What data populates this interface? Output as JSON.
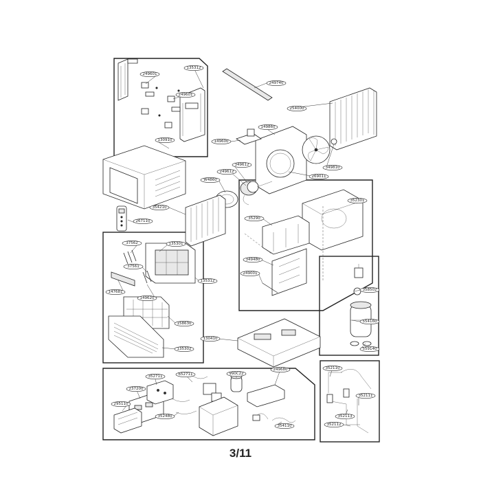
{
  "page": {
    "number": "3/11"
  },
  "labels": [
    {
      "id": "a",
      "text": "249601"
    },
    {
      "id": "b",
      "text": "135312"
    },
    {
      "id": "c",
      "text": "249601"
    },
    {
      "id": "d",
      "text": "249740"
    },
    {
      "id": "e",
      "text": "254000"
    },
    {
      "id": "f",
      "text": "130910"
    },
    {
      "id": "g",
      "text": "149600"
    },
    {
      "id": "h",
      "text": "149860"
    },
    {
      "id": "i",
      "text": "349612"
    },
    {
      "id": "j",
      "text": "249612"
    },
    {
      "id": "k",
      "text": "W4860"
    },
    {
      "id": "l",
      "text": "349810"
    },
    {
      "id": "m",
      "text": "269011"
    },
    {
      "id": "n",
      "text": "354210"
    },
    {
      "id": "o",
      "text": "267110"
    },
    {
      "id": "p",
      "text": "352301"
    },
    {
      "id": "q",
      "text": "35290"
    },
    {
      "id": "r",
      "text": "37562"
    },
    {
      "id": "s",
      "text": "135301"
    },
    {
      "id": "t",
      "text": "37561"
    },
    {
      "id": "u",
      "text": "135312"
    },
    {
      "id": "v",
      "text": "147681"
    },
    {
      "id": "w",
      "text": "149620"
    },
    {
      "id": "x",
      "text": "349480"
    },
    {
      "id": "y",
      "text": "249001"
    },
    {
      "id": "z",
      "text": "358502"
    },
    {
      "id": "aa",
      "text": "158630"
    },
    {
      "id": "ab",
      "text": "554160"
    },
    {
      "id": "ac",
      "text": "135302"
    },
    {
      "id": "ad",
      "text": "130410"
    },
    {
      "id": "ae",
      "text": "559140"
    },
    {
      "id": "af",
      "text": "249680"
    },
    {
      "id": "ag",
      "text": "352711"
    },
    {
      "id": "ah",
      "text": "652711"
    },
    {
      "id": "ai",
      "text": "990C22"
    },
    {
      "id": "aj",
      "text": "352110"
    },
    {
      "id": "ak",
      "text": "237200"
    },
    {
      "id": "al",
      "text": "352111"
    },
    {
      "id": "am",
      "text": "295110"
    },
    {
      "id": "an",
      "text": "352480"
    },
    {
      "id": "ao",
      "text": "354110"
    },
    {
      "id": "ap",
      "text": "352113"
    },
    {
      "id": "aq",
      "text": "352112"
    }
  ]
}
